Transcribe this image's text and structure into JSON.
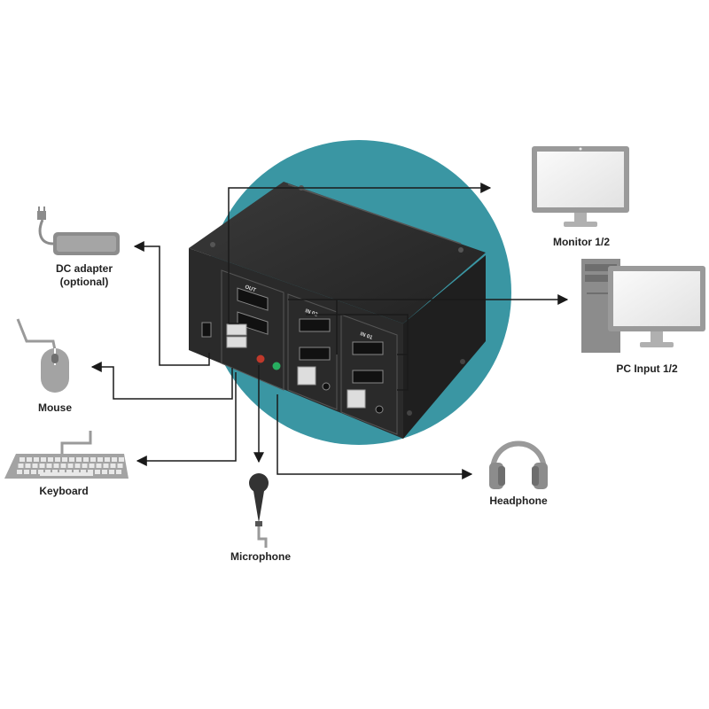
{
  "labels": {
    "dc_adapter_line1": "DC adapter",
    "dc_adapter_line2": "(optional)",
    "mouse": "Mouse",
    "keyboard": "Keyboard",
    "microphone": "Microphone",
    "headphone": "Headphone",
    "monitor": "Monitor 1/2",
    "pc_input": "PC Input 1/2"
  },
  "switch_panel": {
    "out": "OUT",
    "in_02": "IN 02",
    "in_01": "IN 01"
  },
  "colors": {
    "accent_circle": "#3a96a3",
    "device_body": "#2b2b2b",
    "line": "#1a1a1a",
    "peripheral": "#9a9a9a"
  },
  "icons": [
    "power-adapter-icon",
    "mouse-icon",
    "keyboard-icon",
    "microphone-icon",
    "headphone-icon",
    "monitor-icon",
    "pc-tower-icon",
    "kvm-switch-icon"
  ]
}
